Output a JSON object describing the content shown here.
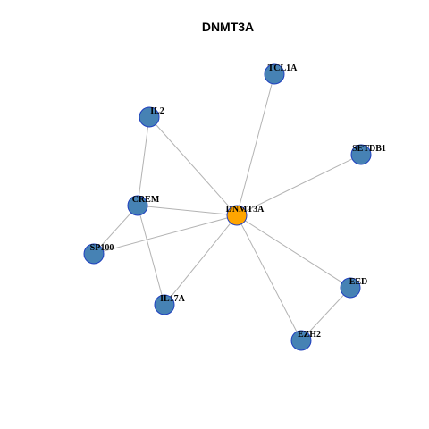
{
  "title": "DNMT3A",
  "colors": {
    "hub": "#FFA500",
    "node": "#4682B4",
    "node_border": "#1F3FBF",
    "edge": "#B3B3B3"
  },
  "nodes": [
    {
      "id": "DNMT3A",
      "label": "DNMT3A",
      "role": "hub"
    },
    {
      "id": "TCL1A",
      "label": "TCL1A",
      "role": "node"
    },
    {
      "id": "IL2",
      "label": "IL2",
      "role": "node"
    },
    {
      "id": "SETDB1",
      "label": "SETDB1",
      "role": "node"
    },
    {
      "id": "CREM",
      "label": "CREM",
      "role": "node"
    },
    {
      "id": "SP100",
      "label": "SP100",
      "role": "node"
    },
    {
      "id": "IL17A",
      "label": "IL17A",
      "role": "node"
    },
    {
      "id": "EED",
      "label": "EED",
      "role": "node"
    },
    {
      "id": "EZH2",
      "label": "EZH2",
      "role": "node"
    }
  ],
  "edges": [
    [
      "DNMT3A",
      "TCL1A"
    ],
    [
      "DNMT3A",
      "IL2"
    ],
    [
      "DNMT3A",
      "SETDB1"
    ],
    [
      "DNMT3A",
      "CREM"
    ],
    [
      "DNMT3A",
      "SP100"
    ],
    [
      "DNMT3A",
      "IL17A"
    ],
    [
      "DNMT3A",
      "EED"
    ],
    [
      "DNMT3A",
      "EZH2"
    ],
    [
      "IL2",
      "CREM"
    ],
    [
      "CREM",
      "SP100"
    ],
    [
      "CREM",
      "IL17A"
    ],
    [
      "EED",
      "EZH2"
    ]
  ]
}
